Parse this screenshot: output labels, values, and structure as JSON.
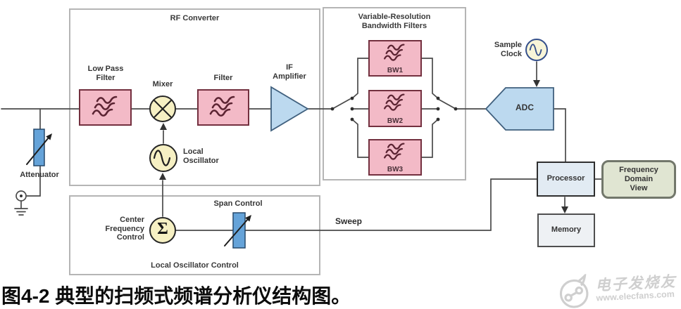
{
  "caption": "图4-2 典型的扫频式频谱分析仪结构图。",
  "watermark": {
    "brand": "电子发烧友",
    "site": "www.elecfans.com"
  },
  "groups": {
    "rf_converter": "RF Converter",
    "bandwidth_filters": "Variable-Resolution\nBandwidth Filters",
    "lo_control": "Local Oscillator Control"
  },
  "labels": {
    "attenuator": "Attenuator",
    "low_pass_filter": "Low Pass\nFilter",
    "mixer": "Mixer",
    "filter": "Filter",
    "if_amplifier": "IF\nAmplifier",
    "local_oscillator": "Local\nOscillator",
    "center_frequency_control": "Center\nFrequency\nControl",
    "span_control": "Span Control",
    "sweep": "Sweep",
    "sigma": "Σ",
    "bw1": "BW1",
    "bw2": "BW2",
    "bw3": "BW3",
    "sample_clock": "Sample\nClock",
    "adc": "ADC",
    "processor": "Processor",
    "memory": "Memory",
    "frequency_domain_view": "Frequency\nDomain\nView"
  },
  "colors": {
    "filter_fill": "#f3bac7",
    "filter_border": "#73303f",
    "wave_symbol": "#5c2433",
    "oscillator_fill": "#f6f0c3",
    "amplifier_fill": "#bcd9ef",
    "amplifier_border": "#40607e",
    "attenuator_fill": "#65a3d9",
    "processor_fill": "#e2ebf3",
    "memory_fill": "#eef1f4",
    "display_fill": "#e0e5d2",
    "wire": "#4a4a4a",
    "group_border": "#b5b5b5"
  }
}
